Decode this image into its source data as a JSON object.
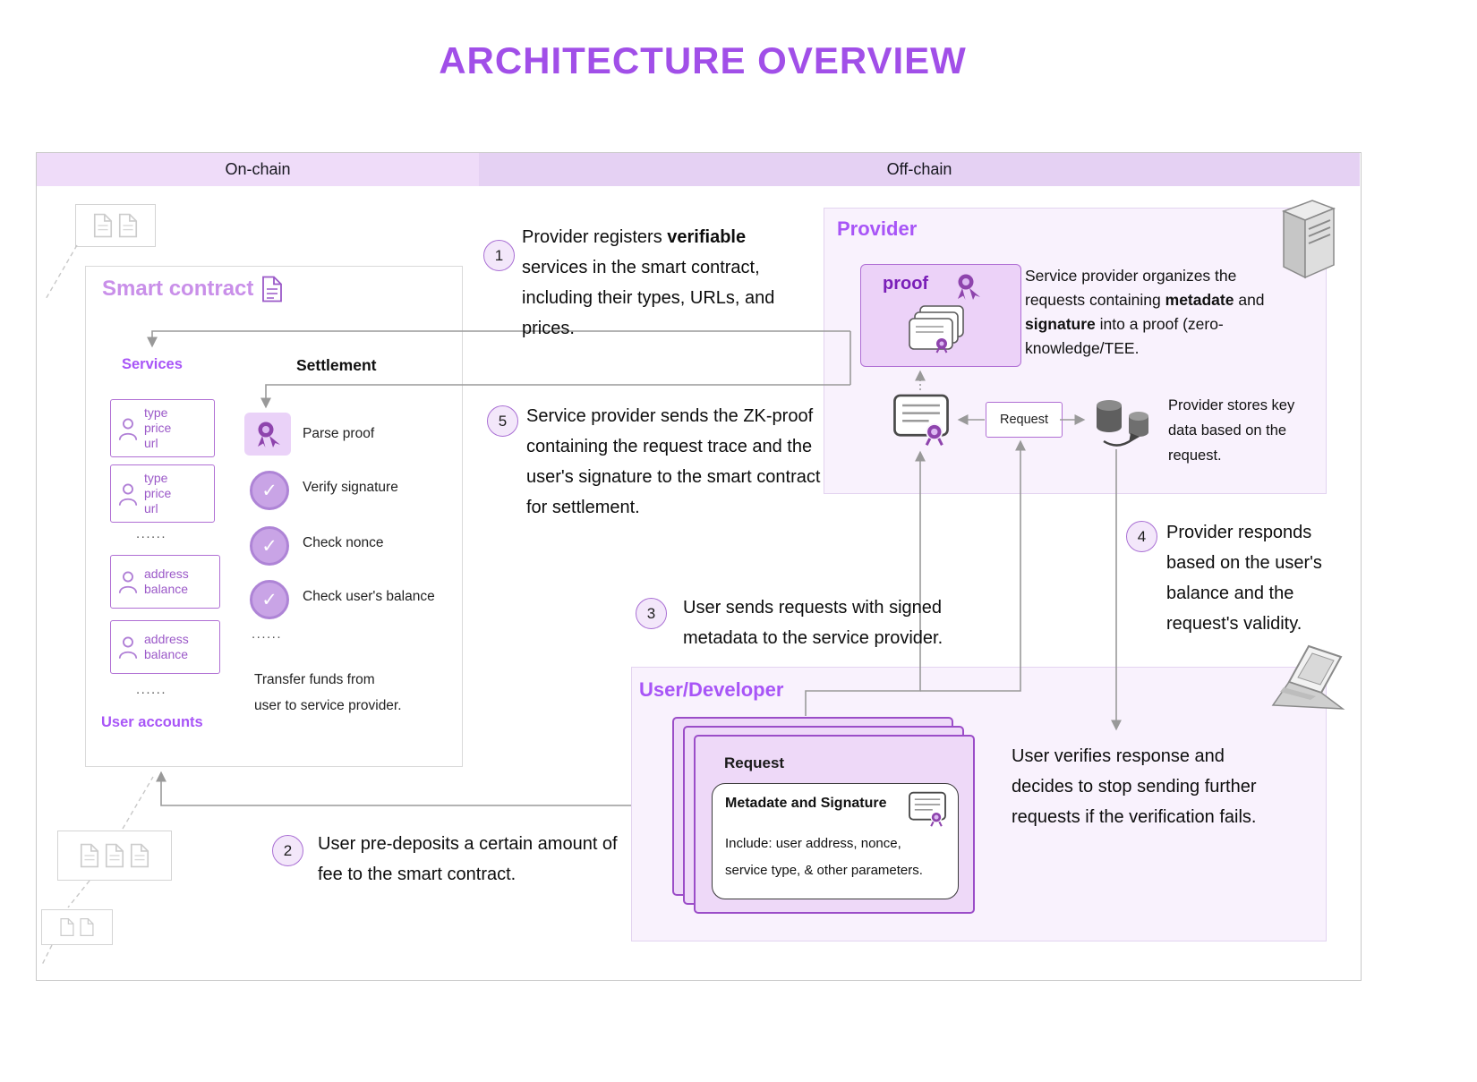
{
  "title": "ARCHITECTURE OVERVIEW",
  "bands": {
    "on_chain": "On-chain",
    "off_chain": "Off-chain"
  },
  "colors": {
    "accent": "#a855f7",
    "band_on_chain": "#efdcf9",
    "band_off_chain": "#e5d1f3",
    "panel_bg": "#f9f2fd",
    "box_border": "#b06fd4",
    "card_fill": "#eed9f8",
    "check_fill": "#c9a4e6",
    "arrow": "#999999"
  },
  "icons": {
    "check_glyph": "✓",
    "document": "document-outline",
    "seal": "ribbon-seal",
    "certificate": "certificate-with-seal",
    "database": "cylinder-pair",
    "server": "server-tower",
    "laptop": "laptop",
    "person": "person-outline"
  },
  "smart_contract": {
    "title": "Smart contract",
    "services_label": "Services",
    "service_boxes": [
      {
        "lines": [
          "type",
          "price",
          "url"
        ]
      },
      {
        "lines": [
          "type",
          "price",
          "url"
        ]
      }
    ],
    "dots": "......",
    "account_boxes": [
      {
        "lines": [
          "address",
          "balance"
        ]
      },
      {
        "lines": [
          "address",
          "balance"
        ]
      }
    ],
    "user_accounts_label": "User accounts"
  },
  "settlement": {
    "title": "Settlement",
    "parse_step": "Parse proof",
    "check_steps": [
      "Verify signature",
      "Check nonce",
      "Check user's balance"
    ],
    "dots": "......",
    "transfer_note_1": "Transfer funds from",
    "transfer_note_2": "user to service provider."
  },
  "provider": {
    "title": "Provider",
    "proof_label": "proof",
    "organize": {
      "p1": "Service provider organizes the requests containing ",
      "b1": "metadate",
      "p2": " and ",
      "b2": "signature",
      "p3": " into a proof (zero-knowledge/TEE."
    },
    "request_label": "Request",
    "stores_note": "Provider stores key data based on the request."
  },
  "user_developer": {
    "title": "User/Developer",
    "request_label": "Request",
    "metadata_title": "Metadate and Signature",
    "metadata_line_1": "Include: user address, nonce,",
    "metadata_line_2": "service type, & other parameters."
  },
  "annotations": {
    "a1": {
      "num": "1",
      "p1": "Provider registers ",
      "b1": "verifiable",
      "p2": " services in the smart contract, including their types, URLs, and prices."
    },
    "a2": {
      "num": "2",
      "text": "User pre-deposits a certain amount of fee to the smart contract."
    },
    "a3": {
      "num": "3",
      "text": "User sends requests with signed metadata to the service provider."
    },
    "a4": {
      "num": "4",
      "text": "Provider responds based on the user's balance and the request's validity."
    },
    "a5": {
      "num": "5",
      "text": "Service provider sends the ZK-proof containing the request trace and the user's signature to the smart contract for settlement."
    }
  },
  "verify_note": "User verifies response and decides to stop sending further requests if the verification fails."
}
